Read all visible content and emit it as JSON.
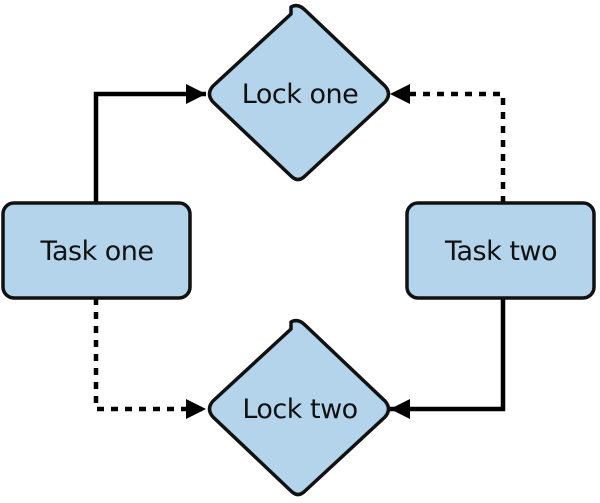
{
  "colors": {
    "node_fill": "#b3d4ea",
    "node_stroke": "#111111",
    "edge": "#000000"
  },
  "nodes": {
    "task_one": {
      "label": "Task one",
      "shape": "rounded-rectangle"
    },
    "task_two": {
      "label": "Task two",
      "shape": "rounded-rectangle"
    },
    "lock_one": {
      "label": "Lock one",
      "shape": "diamond"
    },
    "lock_two": {
      "label": "Lock two",
      "shape": "diamond"
    }
  },
  "edges": [
    {
      "from": "task_one",
      "to": "lock_one",
      "style": "solid"
    },
    {
      "from": "task_one",
      "to": "lock_two",
      "style": "dashed"
    },
    {
      "from": "task_two",
      "to": "lock_one",
      "style": "dashed"
    },
    {
      "from": "task_two",
      "to": "lock_two",
      "style": "solid"
    }
  ]
}
